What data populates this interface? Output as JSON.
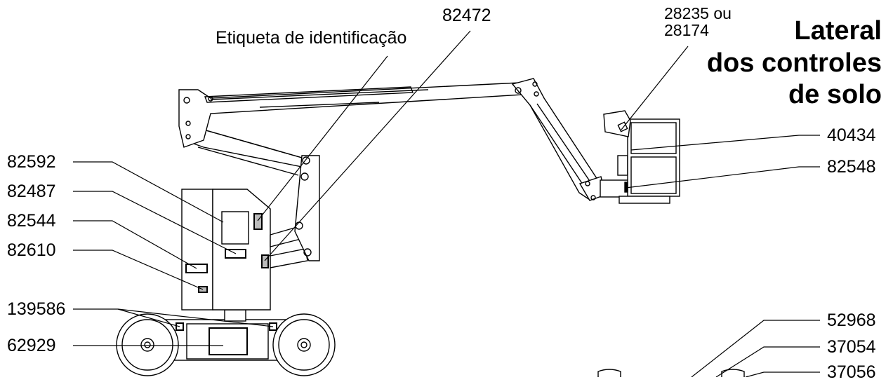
{
  "title": {
    "line1": "Lateral",
    "line2": "dos controles",
    "line3": "de solo"
  },
  "labels": {
    "id_tag": "Etiqueta de identificação",
    "l82472": "82472",
    "l28235": "28235 ou",
    "l28174": "28174",
    "l82592": "82592",
    "l82487": "82487",
    "l82544": "82544",
    "l82610": "82610",
    "l139586": "139586",
    "l62929": "62929",
    "l40434": "40434",
    "l82548": "82548",
    "l52968": "52968",
    "l37054": "37054",
    "l37056": "37056"
  }
}
